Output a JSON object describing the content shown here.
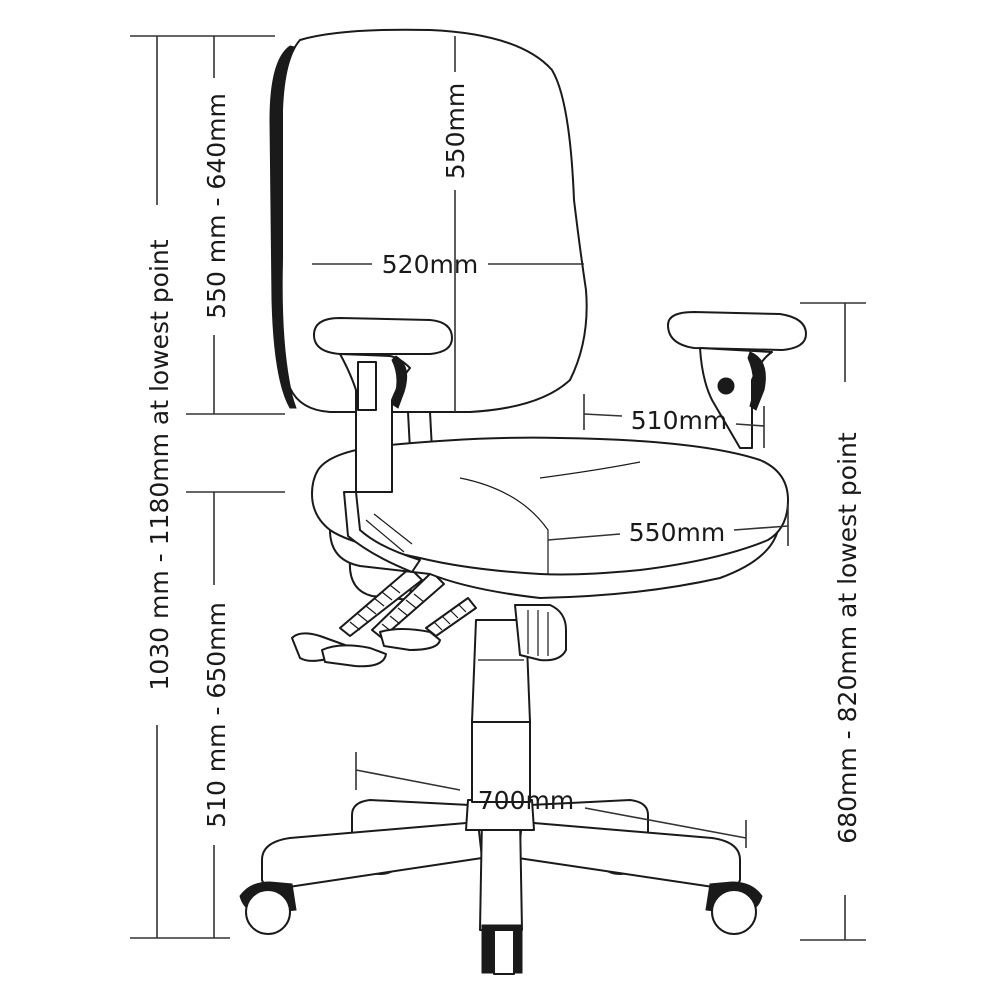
{
  "dimensions": {
    "overall_height": "1030 mm - 1180mm at lowest point",
    "backrest_height_range": "550 mm - 640mm",
    "seat_height_range": "510 mm - 650mm",
    "backrest_height": "550mm",
    "backrest_width": "520mm",
    "seat_depth": "510mm",
    "seat_width": "550mm",
    "base_diameter": "700mm",
    "armrest_height": "680mm - 820mm at lowest point"
  }
}
